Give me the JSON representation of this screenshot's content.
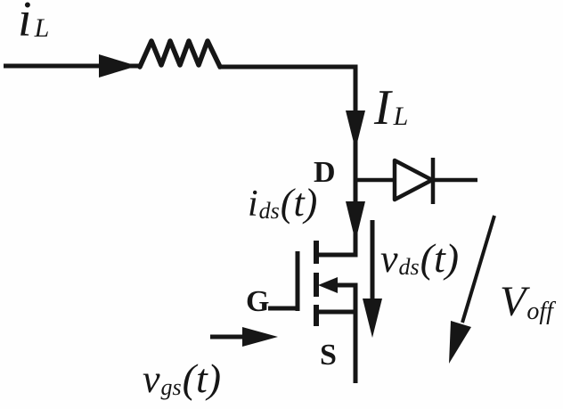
{
  "figure": {
    "type": "circuit-diagram",
    "background_color": "#fefefe",
    "ink_color": "#161616"
  },
  "labels": {
    "inductor_current": {
      "main": "i",
      "sub": "L"
    },
    "dc_link_current": {
      "main": "I",
      "sub": "L"
    },
    "drain_terminal": {
      "text": "D"
    },
    "drain_source_current": {
      "main": "i",
      "sub": "ds",
      "suffix": "(t)"
    },
    "drain_source_voltage": {
      "main": "v",
      "sub": "ds",
      "suffix": "(t)"
    },
    "gate_terminal": {
      "text": "G"
    },
    "source_terminal": {
      "text": "S"
    },
    "gate_source_voltage": {
      "main": "v",
      "sub": "gs",
      "suffix": "(t)"
    },
    "off_state_voltage": {
      "main": "V",
      "sub": "off"
    }
  }
}
